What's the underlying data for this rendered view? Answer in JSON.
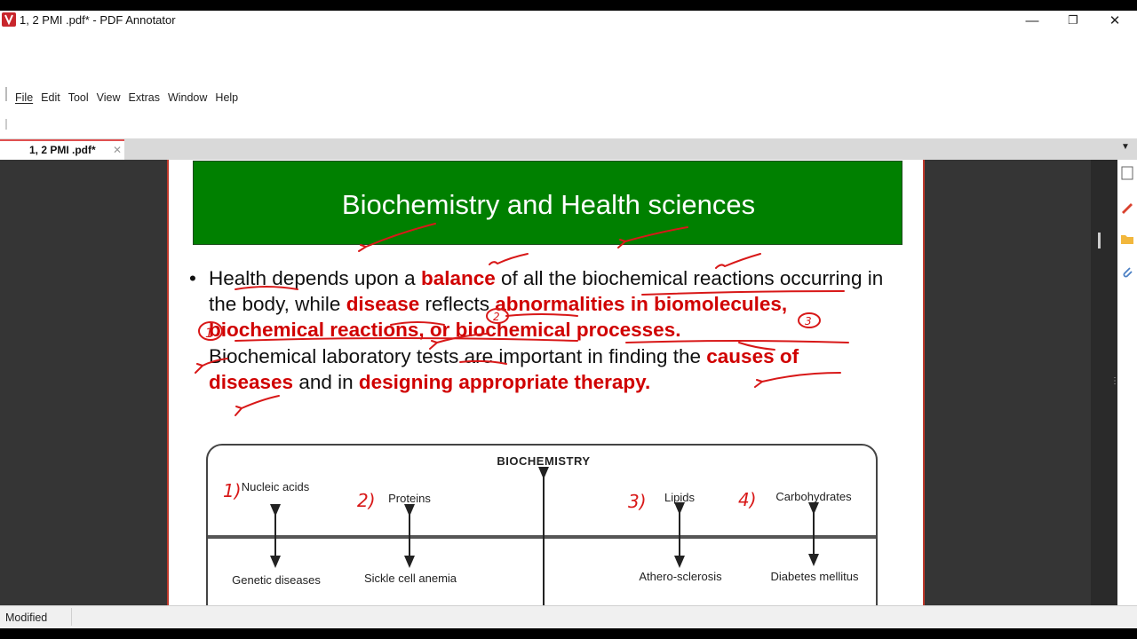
{
  "window": {
    "title": "1, 2 PMI .pdf* - PDF Annotator",
    "minimize_glyph": "—",
    "maximize_glyph": "❐",
    "close_glyph": "✕"
  },
  "menu": [
    "File",
    "Edit",
    "Tool",
    "View",
    "Extras",
    "Window",
    "Help"
  ],
  "tab": {
    "label": "1, 2 PMI .pdf*",
    "close_glyph": "✕",
    "dropdown_glyph": "▼"
  },
  "slide": {
    "title": "Biochemistry and  Health sciences",
    "bullet1": {
      "t1": "Health depends upon a ",
      "h1": "balance",
      "t2": " of all the biochemical reactions occurring in the body, while ",
      "h2": "disease",
      "t3": " reflects ",
      "h3": "abnormalities in biomolecules, biochemical reactions, or biochemical processes."
    },
    "bullet2": {
      "t1": "Biochemical laboratory tests are important in finding the ",
      "h1": "causes of diseases",
      "t2": " and in ",
      "h2": "designing appropriate therapy."
    },
    "bullet_glyph": "•"
  },
  "diagram": {
    "title": "BIOCHEMISTRY",
    "top": [
      "Nucleic acids",
      "Proteins",
      "Lipids",
      "Carbohydrates"
    ],
    "bottom": [
      "Genetic diseases",
      "Sickle cell anemia",
      "Athero-sclerosis",
      "Diabetes mellitus"
    ]
  },
  "handwritten_numbers": [
    "1)",
    "2)",
    "3)",
    "4)",
    "1",
    "2",
    "3"
  ],
  "sidepanel_icons": [
    "page-icon",
    "pen-icon",
    "folder-icon",
    "paperclip-icon"
  ],
  "status": {
    "text": "Modified"
  },
  "colors": {
    "banner": "#008000",
    "highlight": "#d00000",
    "ink": "#d81818",
    "page_border": "#c0392b"
  }
}
